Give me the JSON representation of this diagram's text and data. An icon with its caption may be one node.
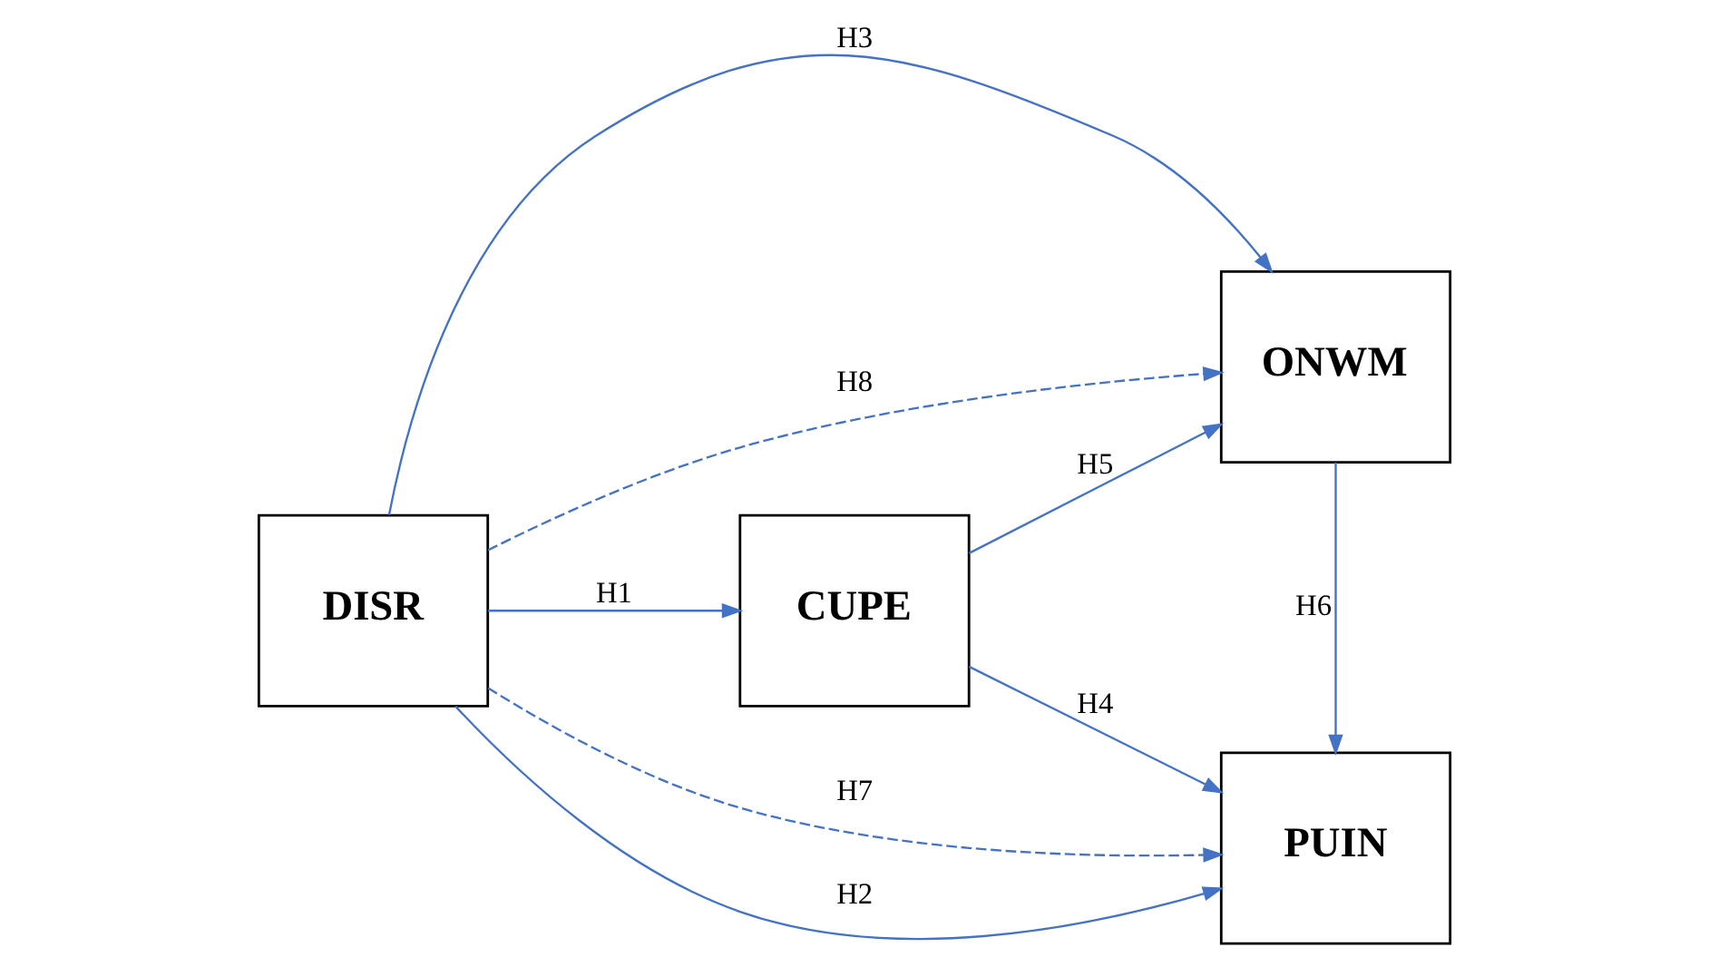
{
  "diagram": {
    "nodes": [
      {
        "text": [
          "PUIN"
        ]
      },
      {
        "text": [
          "DISR"
        ]
      },
      {
        "text": [
          "CUPE"
        ]
      },
      {
        "text": [
          "ONWM"
        ]
      }
    ],
    "edges": [
      {
        "from": 1,
        "to": 0,
        "arrow": "to",
        "label": "H7",
        "style": "dashed"
      },
      {
        "from": 1,
        "to": 0,
        "arrow": "to",
        "label": "H2"
      },
      {
        "from": 1,
        "to": 2,
        "arrow": "to",
        "label": "H1"
      },
      {
        "from": 2,
        "to": 0,
        "arrow": "to",
        "label": "H4"
      },
      {
        "from": 2,
        "to": 3,
        "arrow": "to",
        "label": "H5"
      },
      {
        "from": 3,
        "to": 0,
        "arrow": "to",
        "label": "H6"
      },
      {
        "from": 1,
        "to": 3,
        "arrow": "to",
        "label": "H3"
      },
      {
        "from": 1,
        "to": 3,
        "arrow": "to",
        "label": "H8",
        "style": "dashed"
      }
    ]
  }
}
